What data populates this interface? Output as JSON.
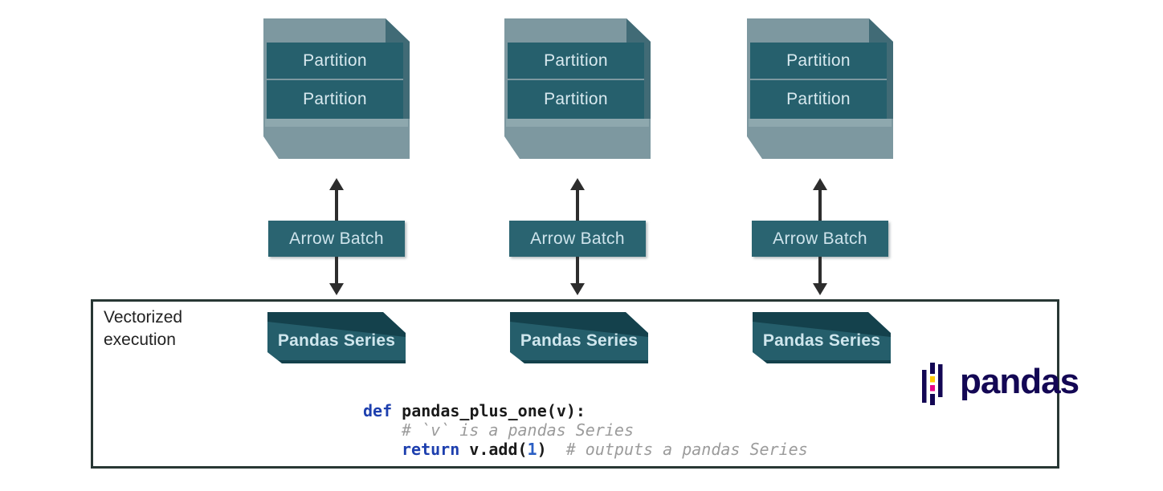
{
  "columns": [
    {
      "partition1": "Partition",
      "partition2": "Partition",
      "arrow_batch": "Arrow Batch",
      "pandas_series": "Pandas Series"
    },
    {
      "partition1": "Partition",
      "partition2": "Partition",
      "arrow_batch": "Arrow Batch",
      "pandas_series": "Pandas Series"
    },
    {
      "partition1": "Partition",
      "partition2": "Partition",
      "arrow_batch": "Arrow Batch",
      "pandas_series": "Pandas Series"
    }
  ],
  "vectorized_box": {
    "label_line1": "Vectorized",
    "label_line2": "execution"
  },
  "code": {
    "keyword_def": "def",
    "def_signature": " pandas_plus_one(v):",
    "comment_line": "# `v` is a pandas Series",
    "keyword_return": "return",
    "return_code_a": " v.add(",
    "return_number": "1",
    "return_code_b": ")",
    "return_comment": "  # outputs a pandas Series"
  },
  "logo": {
    "wordmark": "pandas"
  },
  "colors": {
    "cube_face": "#7D98A0",
    "cube_bevel": "#416B76",
    "partition_bar": "#26606D",
    "arrow_batch_box": "#2A6471",
    "pandas_series_box": "#255E6B",
    "pandas_series_band": "#14414C",
    "arrow": "#2D2D2D",
    "box_border": "#283734",
    "logo_navy": "#130754",
    "logo_yellow": "#FFCA00",
    "logo_pink": "#E70488",
    "code_keyword": "#1D3FAE",
    "code_number": "#2B5FC4",
    "code_comment": "#9B9B9B"
  }
}
